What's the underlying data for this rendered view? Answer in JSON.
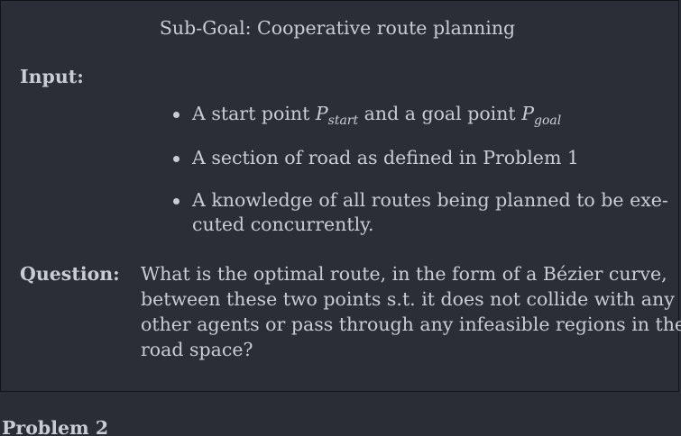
{
  "box": {
    "title": "Sub-Goal: Cooperative route planning",
    "input_label": "Input:",
    "bullets": {
      "b1_text": "A start point ",
      "b1_var1": "P",
      "b1_sub1": "start",
      "b1_mid": " and a goal point ",
      "b1_var2": "P",
      "b1_sub2": "goal",
      "b2": "A section of road as defined in Problem 1",
      "b3_line1": "A knowledge of all routes being planned to be exe-",
      "b3_line2": "cuted concurrently."
    },
    "question_label": "Question:",
    "question_lines": [
      "What is the optimal route, in the form of a Bézier curve,",
      "between these two points s.t. it does not collide with any",
      "other agents or pass through any infeasible regions in the",
      "road space?"
    ]
  },
  "footer": {
    "heading": "Problem 2"
  }
}
